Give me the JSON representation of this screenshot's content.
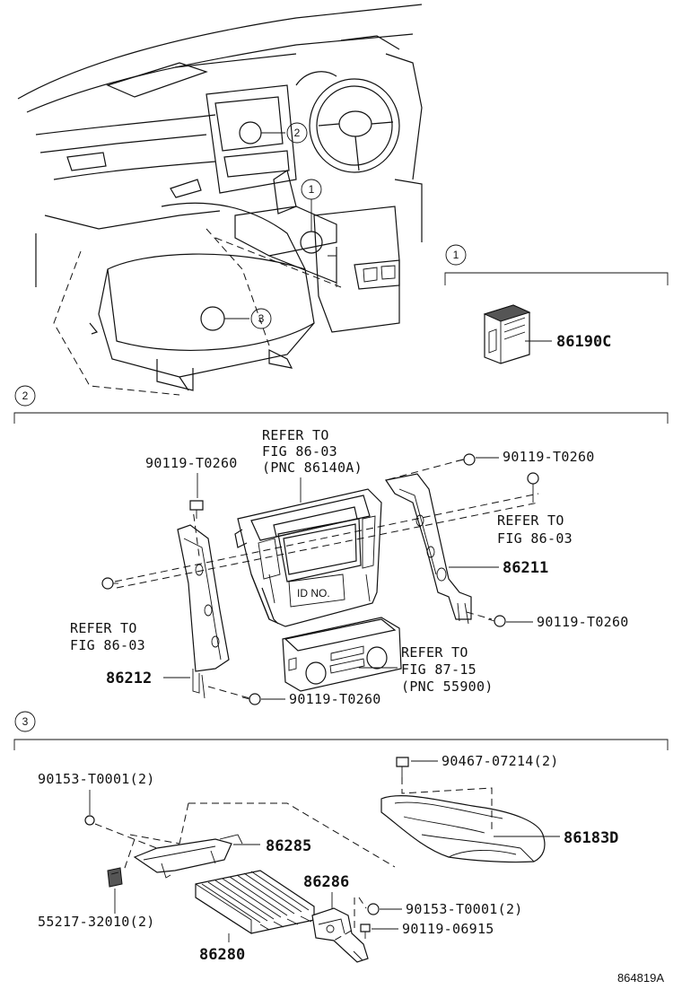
{
  "callouts": {
    "one": "1",
    "two": "2",
    "three": "3"
  },
  "section1": {
    "marker": "1",
    "part_86190C": "86190C"
  },
  "section2": {
    "marker": "2",
    "refer_radio_line1": "REFER TO",
    "refer_radio_line2": "FIG 86-03",
    "refer_radio_line3": "(PNC 86140A)",
    "screw_left_top": "90119-T0260",
    "screw_right_top": "90119-T0260",
    "refer_right_line1": "REFER TO",
    "refer_right_line2": "FIG 86-03",
    "part_86211": "86211",
    "screw_right_bottom": "90119-T0260",
    "refer_left_line1": "REFER TO",
    "refer_left_line2": "FIG 86-03",
    "id_no": "ID NO.",
    "refer_ac_line1": "REFER TO",
    "refer_ac_line2": "FIG 87-15",
    "refer_ac_line3": "(PNC 55900)",
    "part_86212": "86212",
    "screw_bottom": "90119-T0260"
  },
  "section3": {
    "marker": "3",
    "bolt_top_right": "90467-07214(2)",
    "screw_top_left": "90153-T0001(2)",
    "part_86285": "86285",
    "part_86183D": "86183D",
    "part_86286": "86286",
    "screw_right": "90153-T0001(2)",
    "clip": "55217-32010(2)",
    "screw_06915": "90119-06915",
    "part_86280": "86280"
  },
  "figure_id": "864819A"
}
